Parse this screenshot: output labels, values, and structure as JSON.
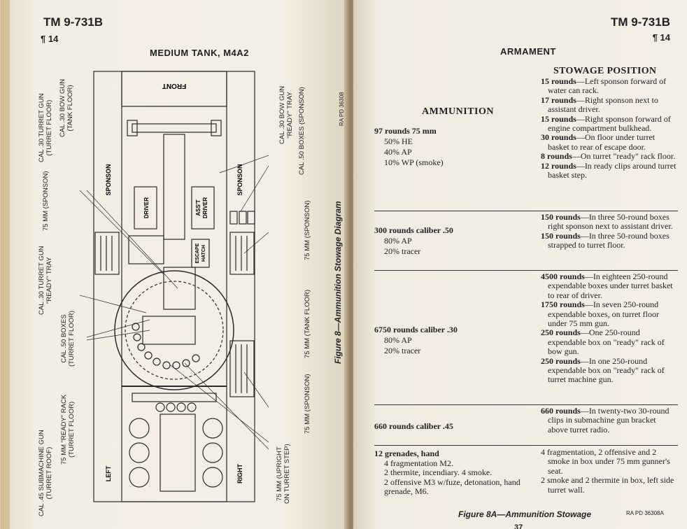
{
  "left_page": {
    "tm_number": "TM 9-731B",
    "paragraph": "¶ 14",
    "title": "MEDIUM TANK, M4A2",
    "front_label": "FRONT",
    "labels": {
      "cal30_turret_gun_floor": [
        "CAL .30 TURRET GUN",
        "(TURRET FLOOR)"
      ],
      "cal30_bow_gun_floor": [
        "CAL .30 BOW GUN",
        "(TANK FLOOR)"
      ],
      "sponson_left": "SPONSON",
      "mm75_sponson_left": "75 MM (SPONSON)",
      "cal30_turret_ready": [
        "CAL .30 TURRET GUN",
        "\"READY\" TRAY"
      ],
      "cal50_boxes_turret": [
        "CAL .50 BOXES",
        "(TURRET FLOOR)"
      ],
      "mm75_ready_rack": [
        "75 MM \"READY\" RACK",
        "(TURRET FLOOR)"
      ],
      "cal45_smg": [
        "CAL .45 SUBMACHINE GUN",
        "(TURRET ROOF)"
      ],
      "left": "LEFT",
      "driver": "DRIVER",
      "asst_driver": [
        "ASS'T",
        "DRIVER"
      ],
      "escape_hatch": [
        "ESCAPE",
        "HATCH"
      ],
      "cal30_bow_ready": [
        "CAL .30 BOW GUN",
        "\"READY\" TRAY"
      ],
      "cal50_boxes_sponson": "CAL .50 BOXES (SPONSON)",
      "sponson_right": "SPONSON",
      "mm75_sponson_right_upper": "75 MM (SPONSON)",
      "mm75_tank_floor": "75 MM (TANK FLOOR)",
      "mm75_sponson_right_lower": "75 MM (SPONSON)",
      "mm75_upright": [
        "75 MM (UPRIGHT",
        "ON TURRET STEP)"
      ],
      "right": "RIGHT"
    },
    "figure_caption": "Figure 8—Ammunition Stowage Diagram",
    "ra_code": "RA PD 36308"
  },
  "right_page": {
    "tm_number": "TM 9-731B",
    "paragraph": "¶ 14",
    "section_title": "ARMAMENT",
    "ammo_heading": "AMMUNITION",
    "stow_heading": "STOWAGE POSITION",
    "rows": [
      {
        "main": "97 rounds 75 mm",
        "subs": [
          "50% HE",
          "40% AP",
          "10% WP (smoke)"
        ],
        "stowage": [
          [
            "15 rounds",
            "—Left sponson forward of water can rack."
          ],
          [
            "17 rounds",
            "—Right sponson next to assistant driver."
          ],
          [
            "15 rounds",
            "—Right sponson forward of engine compartment bulkhead."
          ],
          [
            "30 rounds",
            "—On floor under turret basket to rear of escape door."
          ],
          [
            "8 rounds",
            "—On turret \"ready\" rack floor."
          ],
          [
            "12 rounds",
            "—In ready clips around turret basket step."
          ]
        ]
      },
      {
        "main": "300 rounds caliber .50",
        "subs": [
          "80% AP",
          "20% tracer"
        ],
        "stowage": [
          [
            "150 rounds",
            "—In three 50-round boxes right sponson next to assistant driver."
          ],
          [
            "150 rounds",
            "—In three 50-round boxes strapped to turret floor."
          ]
        ]
      },
      {
        "main": "6750 rounds caliber .30",
        "subs": [
          "80% AP",
          "20% tracer"
        ],
        "stowage": [
          [
            "4500 rounds",
            "—In eighteen 250-round expendable boxes under turret basket to rear of driver."
          ],
          [
            "1750 rounds",
            "—In seven 250-round expendable boxes, on turret floor under 75 mm gun."
          ],
          [
            "250 rounds",
            "—One 250-round expendable box on \"ready\" rack of bow gun."
          ],
          [
            "250 rounds",
            "—In one 250-round expendable box on \"ready\" rack of turret machine gun."
          ]
        ]
      },
      {
        "main": "660 rounds caliber .45",
        "subs": [],
        "stowage": [
          [
            "660 rounds",
            "—In twenty-two 30-round clips in submachine gun bracket above turret radio."
          ]
        ]
      },
      {
        "main": "12 grenades, hand",
        "subs": [
          "4 fragmentation M2.",
          "2 thermite, incendiary. 4 smoke.",
          "2 offensive M3 w/fuze, detonation, hand grenade, M6."
        ],
        "stowage": [
          [
            "",
            "4 fragmentation, 2 offensive and 2 smoke in box under 75 mm gunner's seat."
          ],
          [
            "",
            "2 smoke and 2 thermite in box, left side turret wall."
          ]
        ]
      }
    ],
    "figure_caption": "Figure 8A—Ammunition Stowage",
    "ra_code": "RA PD 36308A",
    "page_number": "37"
  }
}
